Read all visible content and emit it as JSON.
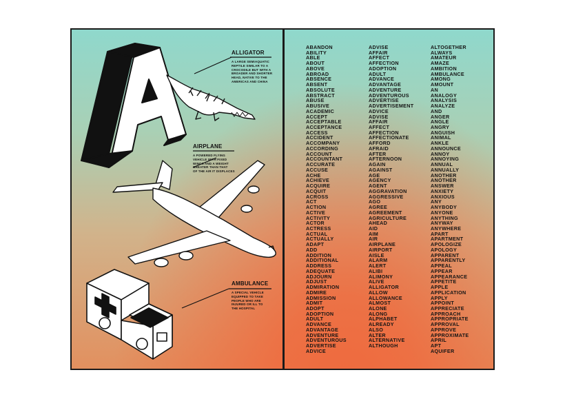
{
  "left_page": {
    "big_letter": "A",
    "entries": [
      {
        "title": "ALLIGATOR",
        "icon": "alligator-illustration",
        "definition_lines": [
          "A LARGE SEMIAQUATIC",
          "REPTILE SIMILAR TO A",
          "CROCODILE BUT WITH A",
          "BROADER AND SHORTER",
          "HEAD, NATIVE TO THE",
          "AMERICAS AND CHINA"
        ]
      },
      {
        "title": "AIRPLANE",
        "icon": "airplane-illustration",
        "definition_lines": [
          "A POWERED FLYING",
          "VEHICLE WITH FIXED",
          "WINGS AND A WEIGHT",
          "GREATER THAN THAT",
          "OF THE AIR IT DISPLACES"
        ]
      },
      {
        "title": "AMBULANCE",
        "icon": "ambulance-illustration",
        "definition_lines": [
          "A SPECIAL VEHICLE",
          "EQUIPPED TO TAKE",
          "PEOPLE WHO ARE",
          "INJURED OR ILL TO",
          "THE HOSPITAL"
        ]
      }
    ]
  },
  "right_page": {
    "columns": [
      [
        "ABANDON",
        "ABILITY",
        "ABLE",
        "ABOUT",
        "ABOVE",
        "ABROAD",
        "ABSENCE",
        "ABSENT",
        "ABSOLUTE",
        "ABSTRACT",
        "ABUSE",
        "ABUSIVE",
        "ACADEMIC",
        "ACCEPT",
        "ACCEPTABLE",
        "ACCEPTANCE",
        "ACCESS",
        "ACCIDENT",
        "ACCOMPANY",
        "ACCORDING",
        "ACCOUNT",
        "ACCOUNTANT",
        "ACCURATE",
        "ACCUSE",
        "ACHE",
        "ACHIEVE",
        "ACQUIRE",
        "ACQUIT",
        "ACROSS",
        "ACT",
        "ACTION",
        "ACTIVE",
        "ACTIVITY",
        "ACTOR",
        "ACTRESS",
        "ACTUAL",
        "ACTUALLY",
        "ADAPT",
        "ADD",
        "ADDITION",
        "ADDITIONAL",
        "ADDRESS",
        "ADEQUATE",
        "ADJOURN",
        "ADJUST",
        "ADMIRATION",
        "ADMIRE",
        "ADMISSION",
        "ADMIT",
        "ADOPT",
        "ADOPTION",
        "ADULT",
        "ADVANCE",
        "ADVANTAGE",
        "ADVENTURE",
        "ADVENTUROUS",
        "ADVERTISE",
        "ADVICE"
      ],
      [
        "ADVISE",
        "AFFAIR",
        "AFFECT",
        "AFFECTION",
        "ADOPTION",
        "ADULT",
        "ADVANCE",
        "ADVANTAGE",
        "ADVENTURE",
        "ADVENTUROUS",
        "ADVERTISE",
        "ADVERTISEMENT",
        "ADVICE",
        "ADVISE",
        "AFFAIR",
        "AFFECT",
        "AFFECTION",
        "AFFECTIONATE",
        "AFFORD",
        "AFRAID",
        "AFTER",
        "AFTERNOON",
        "AGAIN",
        "AGAINST",
        "AGE",
        "AGENCY",
        "AGENT",
        "AGGRAVATION",
        "AGGRESSIVE",
        "AGO",
        "AGREE",
        "AGREEMENT",
        "AGRICULTURE",
        "AHEAD",
        "AID",
        "AIM",
        "AIR",
        "AIRPLANE",
        "AIRPORT",
        "AISLE",
        "ALARM",
        "ALERT",
        "ALIBI",
        "ALIMONY",
        "ALIVE",
        "ALLIGATOR",
        "ALLOW",
        "ALLOWANCE",
        "ALMOST",
        "ALONE",
        "ALONG",
        "ALPHABET",
        "ALREADY",
        "ALSO",
        "ALTER",
        "ALTERNATIVE",
        "ALTHOUGH"
      ],
      [
        "ALTOGETHER",
        "ALWAYS",
        "AMATEUR",
        "AMAZE",
        "AMBITION",
        "AMBULANCE",
        "AMONG",
        "AMOUNT",
        "AN",
        "ANALOGY",
        "ANALYSIS",
        "ANALYZE",
        "AND",
        "ANGER",
        "ANGLE",
        "ANGRY",
        "ANGUISH",
        "ANIMAL",
        "ANKLE",
        "ANNOUNCE",
        "ANNOY",
        "ANNOYING",
        "ANNUAL",
        "ANNUALLY",
        "ANOTHER",
        "ANOTHER",
        "ANSWER",
        "ANXIETY",
        "ANXIOUS",
        "ANY",
        "ANYBODY",
        "ANYONE",
        "ANYTHING",
        "ANYWAY",
        "ANYWHERE",
        "APART",
        "APARTMENT",
        "APOLOGIZE",
        "APOLOGY",
        "APPARENT",
        "APPARENTLY",
        "APPEAL",
        "APPEAR",
        "APPEARANCE",
        "APPETITE",
        "APPLE",
        "APPLICATION",
        "APPLY",
        "APPOINT",
        "APPRECIATE",
        "APPROACH",
        "APPROPRIATE",
        "APPROVAL",
        "APPROVE",
        "APPROXIMATE",
        "APRIL",
        "APT",
        "AQUIFER"
      ]
    ]
  }
}
